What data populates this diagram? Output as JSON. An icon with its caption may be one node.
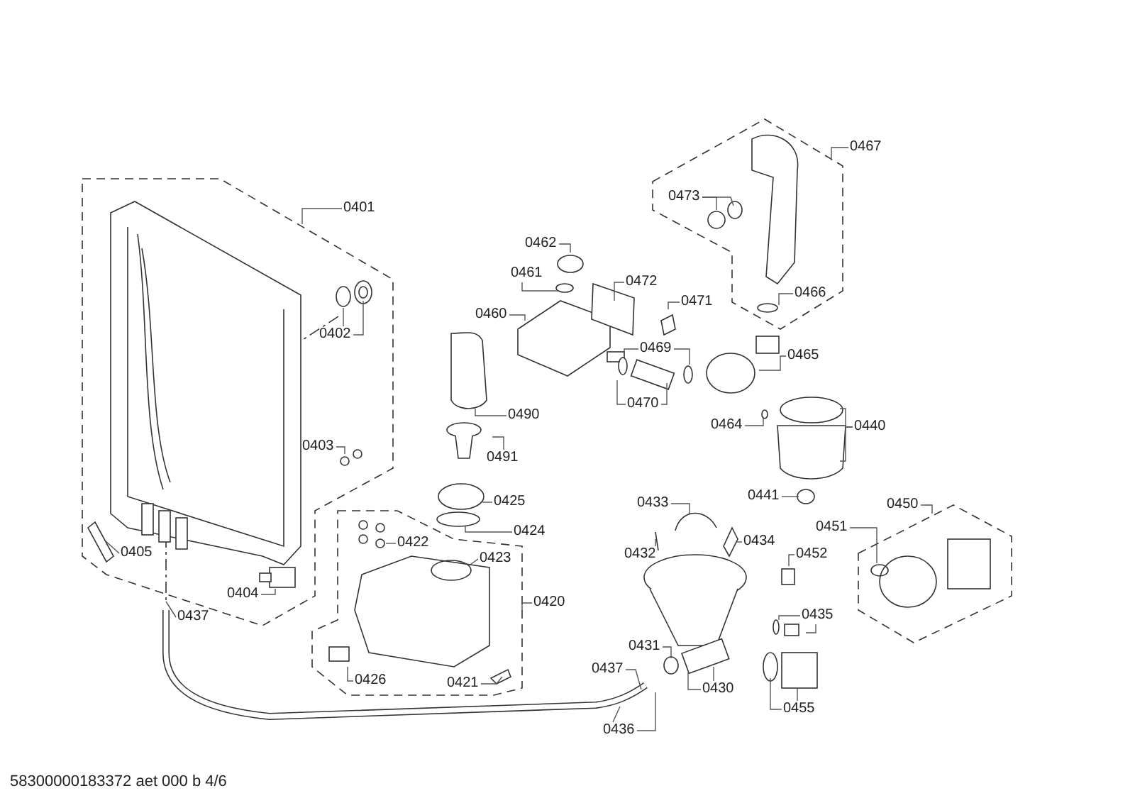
{
  "diagram": {
    "nodes": [
      {
        "text": [
          "0467"
        ]
      },
      {
        "text": [
          "0401"
        ]
      },
      {
        "text": [
          "0473"
        ]
      },
      {
        "text": [
          "0462"
        ]
      },
      {
        "text": [
          "0461"
        ]
      },
      {
        "text": [
          "0472"
        ]
      },
      {
        "text": [
          "0460"
        ]
      },
      {
        "text": [
          "0471"
        ]
      },
      {
        "text": [
          "0466"
        ]
      },
      {
        "text": [
          "0469"
        ]
      },
      {
        "text": [
          "0402"
        ]
      },
      {
        "text": [
          "0465"
        ]
      },
      {
        "text": [
          "0470"
        ]
      },
      {
        "text": [
          "0490"
        ]
      },
      {
        "text": [
          "0464"
        ]
      },
      {
        "text": [
          "0440"
        ]
      },
      {
        "text": [
          "0403"
        ]
      },
      {
        "text": [
          "0491"
        ]
      },
      {
        "text": [
          "0441"
        ]
      },
      {
        "text": [
          "0433"
        ]
      },
      {
        "text": [
          "0425"
        ]
      },
      {
        "text": [
          "0450"
        ]
      },
      {
        "text": [
          "0424"
        ]
      },
      {
        "text": [
          "0451"
        ]
      },
      {
        "text": [
          "0422"
        ]
      },
      {
        "text": [
          "0434"
        ]
      },
      {
        "text": [
          "0405"
        ]
      },
      {
        "text": [
          "0432"
        ]
      },
      {
        "text": [
          "0452"
        ]
      },
      {
        "text": [
          "0423"
        ]
      },
      {
        "text": [
          "0404"
        ]
      },
      {
        "text": [
          "0420"
        ]
      },
      {
        "text": [
          "0435"
        ]
      },
      {
        "text": [
          "0437"
        ]
      },
      {
        "text": [
          "0431"
        ]
      },
      {
        "text": [
          "0437"
        ]
      },
      {
        "text": [
          "0426"
        ]
      },
      {
        "text": [
          "0421"
        ]
      },
      {
        "text": [
          "0430"
        ]
      },
      {
        "text": [
          "0455"
        ]
      },
      {
        "text": [
          "0436"
        ]
      },
      {
        "text": [],
        "shape": "circle"
      }
    ],
    "edges": [
      {
        "from": 0,
        "to": null,
        "arrow": "none"
      },
      {
        "from": 1,
        "to": null,
        "arrow": "none"
      },
      {
        "from": 2,
        "to": null,
        "arrow": "none"
      },
      {
        "from": 2,
        "to": null,
        "arrow": "none"
      },
      {
        "from": 3,
        "to": null,
        "arrow": "none"
      },
      {
        "from": 4,
        "to": null,
        "arrow": "none"
      },
      {
        "from": 5,
        "to": null,
        "arrow": "none"
      },
      {
        "from": 6,
        "to": null,
        "arrow": "none"
      },
      {
        "from": 7,
        "to": null,
        "arrow": "none"
      },
      {
        "from": 8,
        "to": null,
        "arrow": "none"
      },
      {
        "from": 9,
        "to": null,
        "arrow": "none"
      },
      {
        "from": 9,
        "to": null,
        "arrow": "none"
      },
      {
        "from": 10,
        "to": null,
        "arrow": "none"
      },
      {
        "from": 10,
        "to": null,
        "arrow": "none"
      },
      {
        "from": 11,
        "to": null,
        "arrow": "none"
      },
      {
        "from": 12,
        "to": null,
        "arrow": "none"
      },
      {
        "from": 12,
        "to": null,
        "arrow": "none"
      },
      {
        "from": 13,
        "to": null,
        "arrow": "none"
      },
      {
        "from": 14,
        "to": null,
        "arrow": "none"
      },
      {
        "from": 15,
        "to": null,
        "arrow": "none"
      },
      {
        "from": 15,
        "to": null,
        "arrow": "none"
      },
      {
        "from": 16,
        "to": null,
        "arrow": "none"
      },
      {
        "from": 17,
        "to": null,
        "arrow": "none"
      },
      {
        "from": 18,
        "to": null,
        "arrow": "none"
      },
      {
        "from": 19,
        "to": null,
        "arrow": "none"
      },
      {
        "from": 20,
        "to": null,
        "arrow": "none"
      },
      {
        "from": 21,
        "to": null,
        "arrow": "none"
      },
      {
        "from": 22,
        "to": 41,
        "arrow": "none"
      },
      {
        "from": 23,
        "to": null,
        "arrow": "none"
      },
      {
        "from": 24,
        "to": null,
        "arrow": "none"
      },
      {
        "from": 25,
        "to": null,
        "arrow": "none"
      },
      {
        "from": 26,
        "to": null,
        "arrow": "none"
      },
      {
        "from": 27,
        "to": null,
        "arrow": "none"
      },
      {
        "from": 28,
        "to": null,
        "arrow": "none"
      },
      {
        "from": 29,
        "to": null,
        "arrow": "none"
      },
      {
        "from": 30,
        "to": null,
        "arrow": "none"
      },
      {
        "from": 31,
        "to": null,
        "arrow": "none"
      },
      {
        "from": 32,
        "to": null,
        "arrow": "none"
      },
      {
        "from": 32,
        "to": null,
        "arrow": "none"
      },
      {
        "from": 33,
        "to": null,
        "arrow": "none"
      },
      {
        "from": 34,
        "to": null,
        "arrow": "none"
      },
      {
        "from": 35,
        "to": null,
        "arrow": "none"
      },
      {
        "from": 36,
        "to": null,
        "arrow": "none"
      },
      {
        "from": 37,
        "to": null,
        "arrow": "none"
      },
      {
        "from": 38,
        "to": null,
        "arrow": "none"
      },
      {
        "from": 38,
        "to": null,
        "arrow": "none"
      },
      {
        "from": 39,
        "to": null,
        "arrow": "none"
      },
      {
        "from": 39,
        "to": null,
        "arrow": "none"
      },
      {
        "from": 40,
        "to": null,
        "arrow": "none"
      },
      {
        "from": 40,
        "to": null,
        "arrow": "none"
      }
    ],
    "labels": [
      "58300000183372 aet 000 b 4/6"
    ]
  }
}
